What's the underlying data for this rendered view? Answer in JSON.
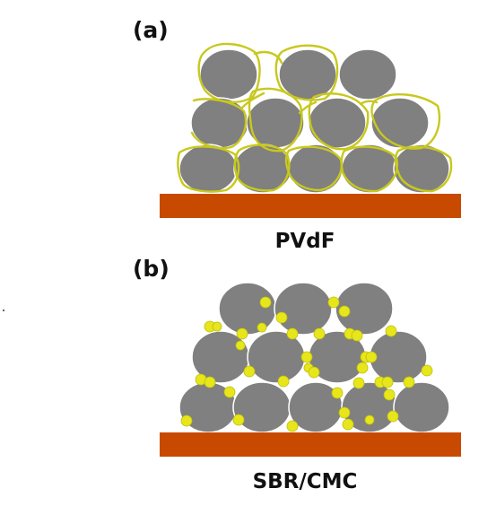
{
  "panel_a": {
    "label": "(a)",
    "caption": "PVdF",
    "binder_color": "#c8c81e",
    "current_collector_color": "#c84a00",
    "particle_color": "#808080"
  },
  "panel_b": {
    "label": "(b)",
    "caption": "SBR/CMC",
    "binder_color": "#e6e61a",
    "current_collector_color": "#c84a00",
    "particle_color": "#808080"
  }
}
